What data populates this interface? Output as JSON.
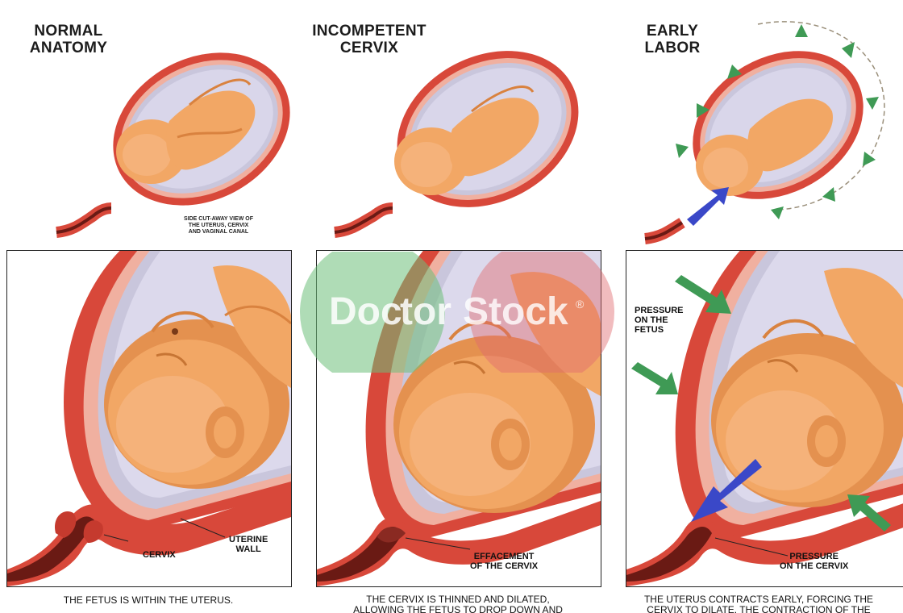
{
  "titles": {
    "normal": [
      "NORMAL",
      "ANATOMY"
    ],
    "incompetent": [
      "INCOMPETENT",
      "CERVIX"
    ],
    "early": [
      "EARLY",
      "LABOR"
    ]
  },
  "side_note": [
    "SIDE CUT-AWAY VIEW OF",
    "THE UTERUS, CERVIX",
    "AND VAGINAL CANAL"
  ],
  "labels": {
    "cervix": "CERVIX",
    "uterine_wall": [
      "UTERINE",
      "WALL"
    ],
    "effacement": [
      "EFFACEMENT",
      "OF THE CERVIX"
    ],
    "pressure_fetus": [
      "PRESSURE",
      "ON THE",
      "FETUS"
    ],
    "pressure_cervix": [
      "PRESSURE",
      "ON THE CERVIX"
    ]
  },
  "captions": {
    "normal": [
      "THE FETUS IS WITHIN THE UTERUS."
    ],
    "incompetent": [
      "THE CERVIX IS THINNED AND DILATED,",
      "ALLOWING THE FETUS TO DROP DOWN AND"
    ],
    "early": [
      "THE UTERUS CONTRACTS EARLY, FORCING THE",
      "CERVIX TO DILATE. THE CONTRACTION OF THE"
    ]
  },
  "watermark": {
    "text_left": "Doc",
    "text_mid": "tor",
    "text_right": "Stock",
    "mark": "®",
    "green": "#6ebf7a",
    "red": "#e06a6e"
  },
  "colors": {
    "uterus_wall": "#d8483a",
    "uterus_dark": "#a8281f",
    "amniotic": "#c9c6dc",
    "fetus": "#f2a765",
    "fetus_shadow": "#d9823f",
    "green_arrow": "#3f9a55",
    "blue_arrow": "#3a48c8"
  }
}
